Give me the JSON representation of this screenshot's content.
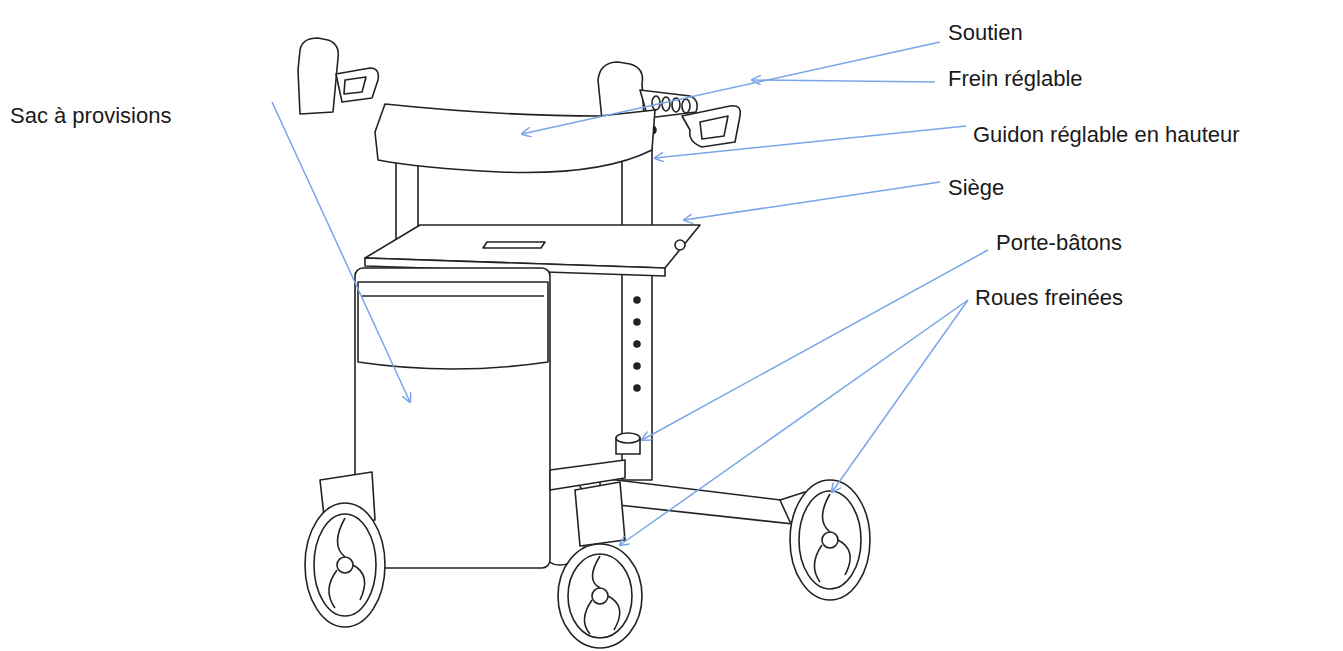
{
  "diagram": {
    "labels": [
      "Soutien",
      "Frein réglable",
      "Guidon réglable en hauteur",
      "Siège",
      "Porte-bâtons",
      "Roues freinées",
      "Sac à provisions"
    ]
  }
}
